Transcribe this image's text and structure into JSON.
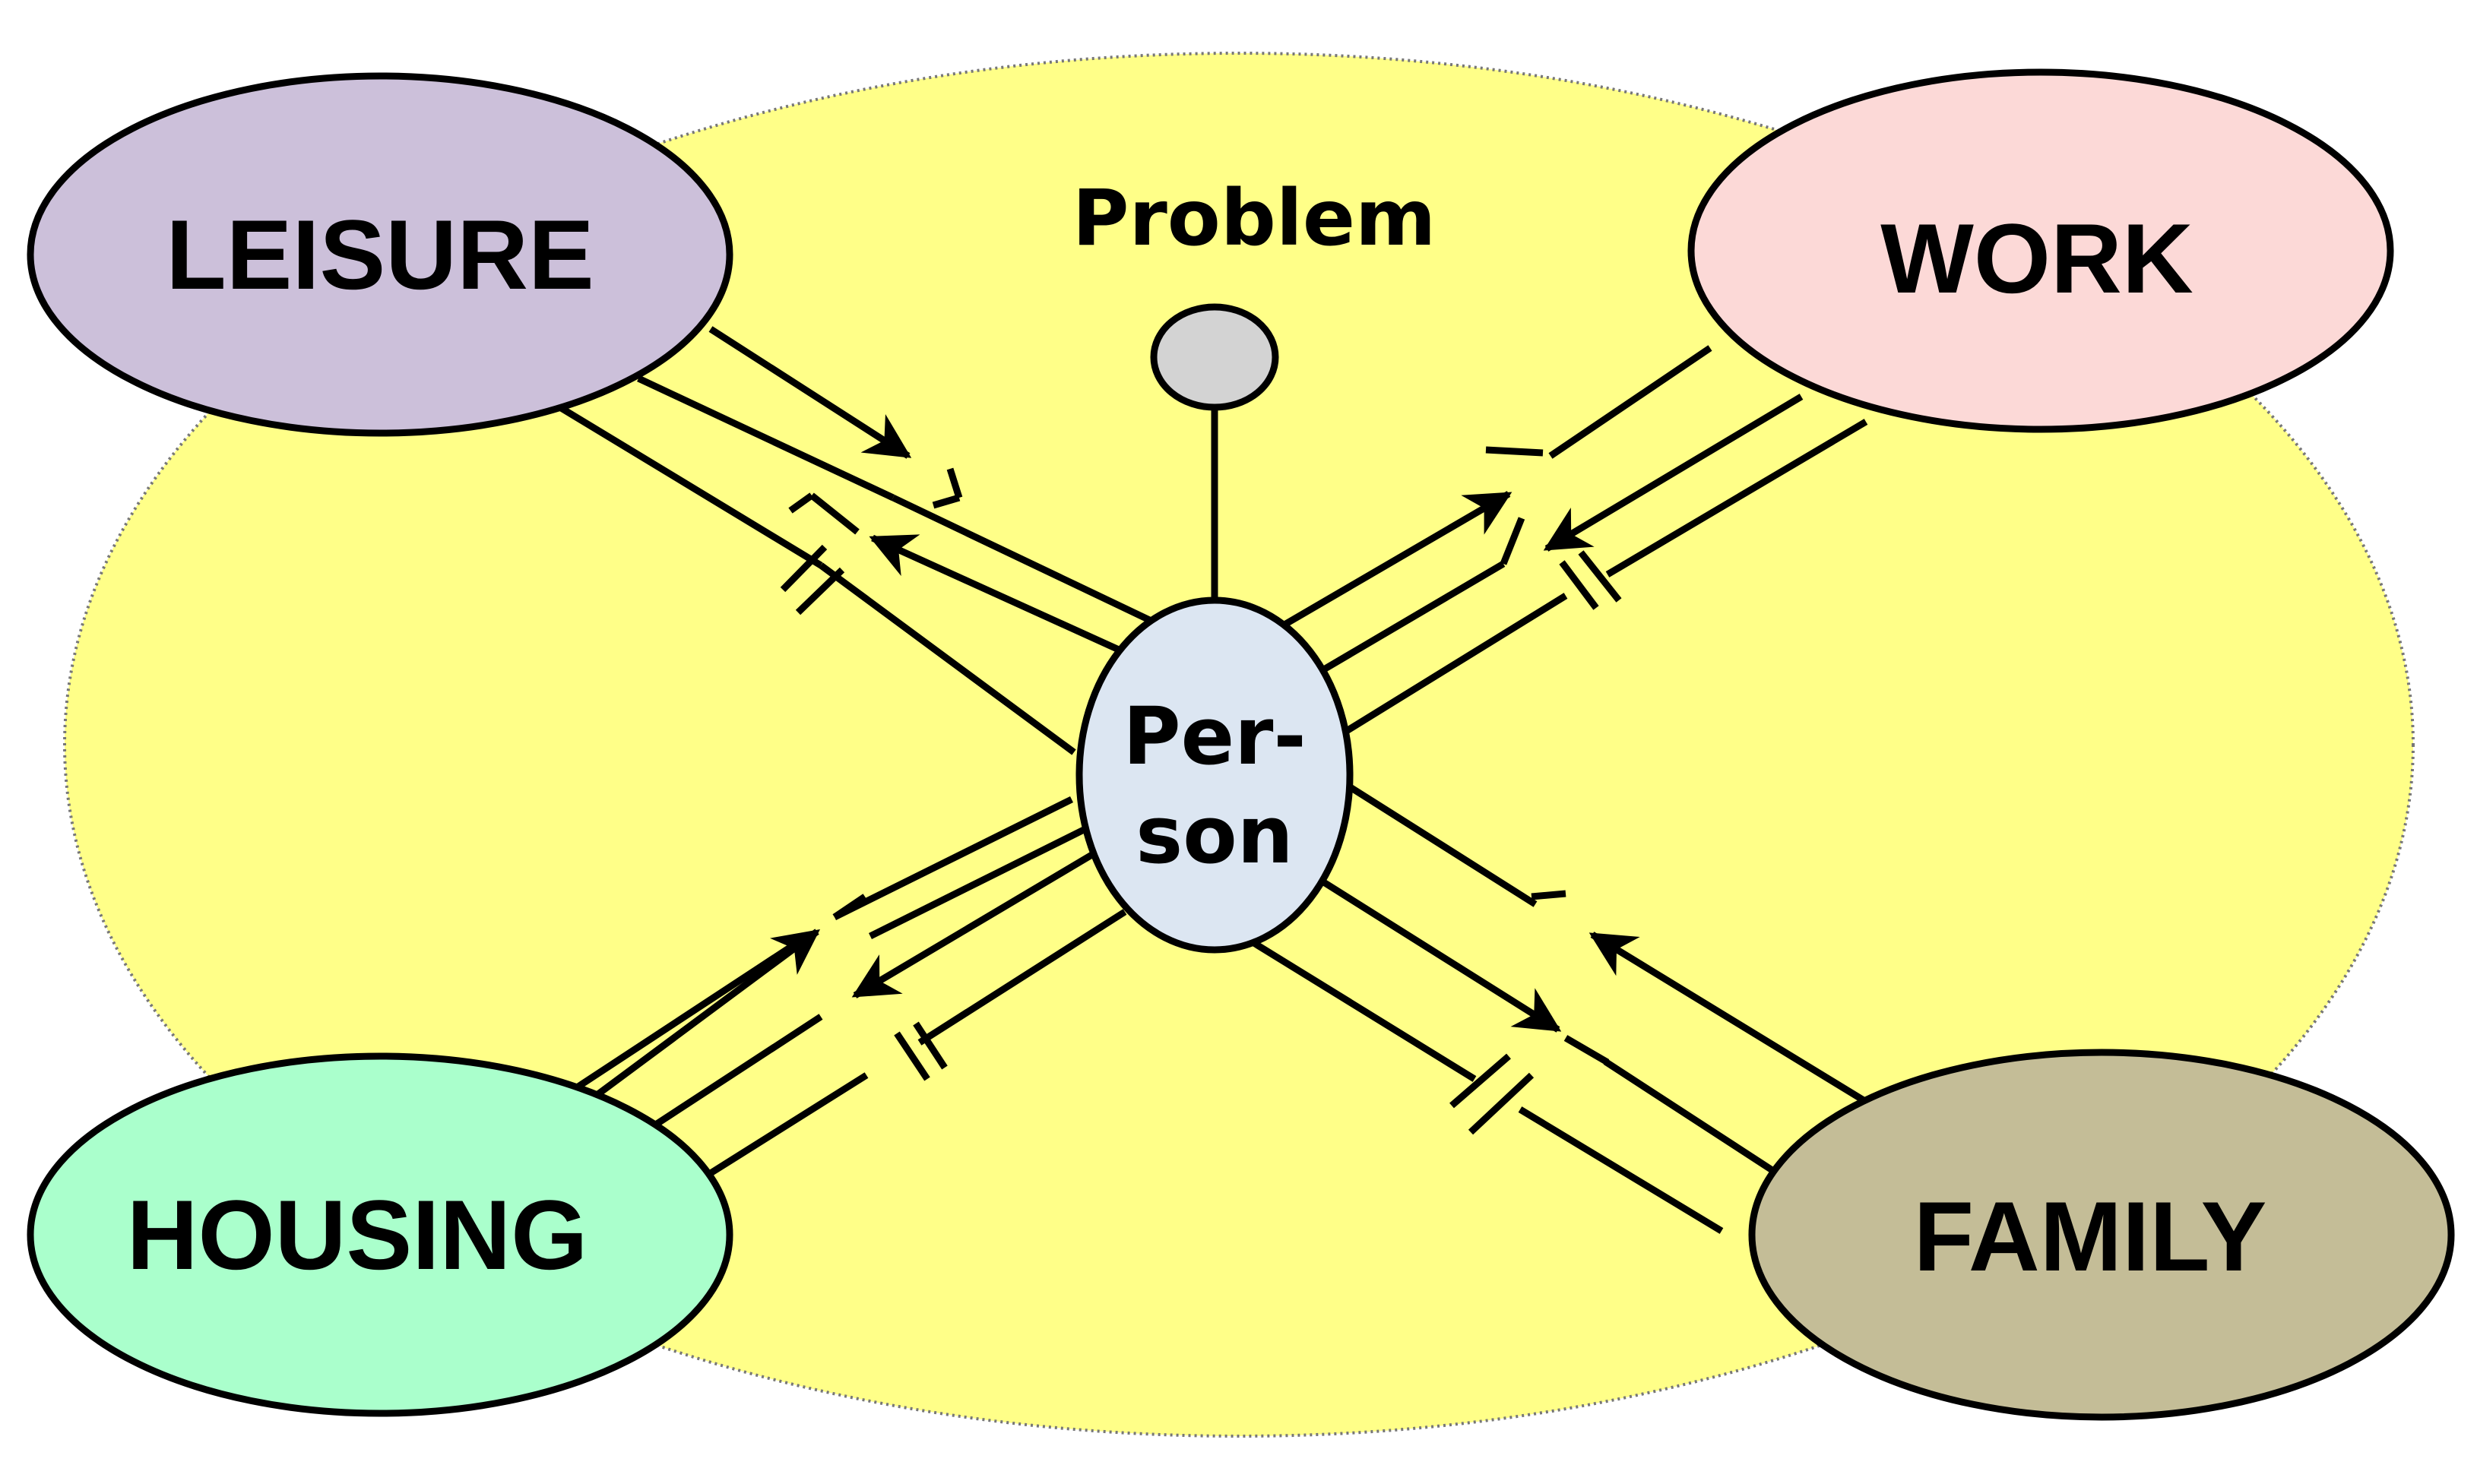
{
  "diagram": {
    "problem": {
      "label": "Problem",
      "marker_color": "#d3d3d3"
    },
    "person": {
      "line1": "Per-",
      "line2": "son",
      "color": "#dce6f2"
    },
    "background_color": "#ffff88",
    "domains": {
      "leisure": {
        "label": "LEISURE",
        "color": "#ccc0da"
      },
      "work": {
        "label": "WORK",
        "color": "#fcd9d7"
      },
      "housing": {
        "label": "HOUSING",
        "color": "#aaffcc"
      },
      "family": {
        "label": "FAMILY",
        "color": "#c4bd97"
      }
    }
  }
}
